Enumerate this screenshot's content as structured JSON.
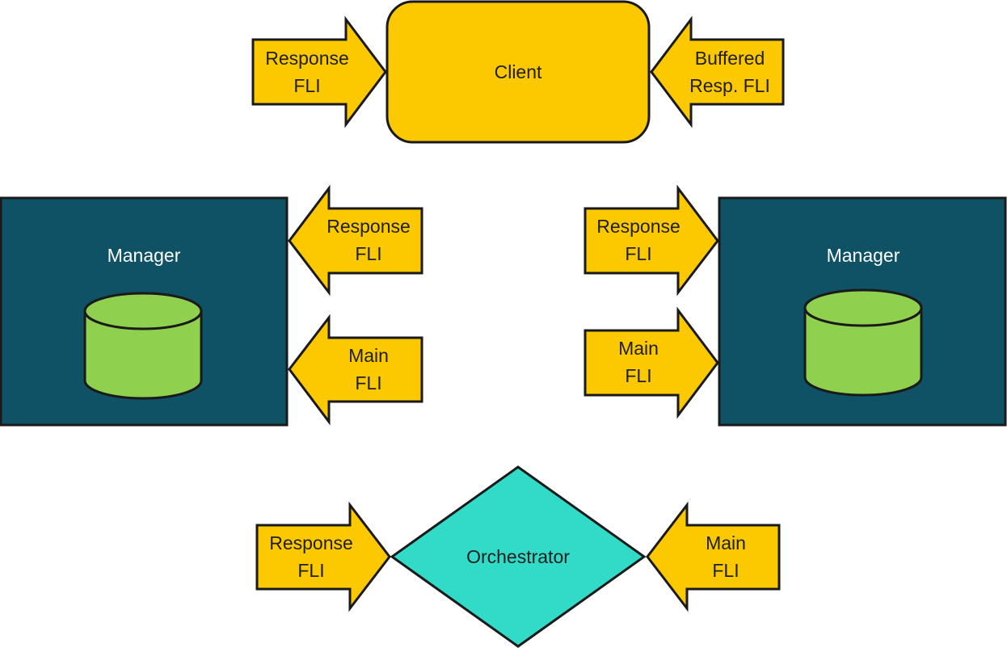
{
  "client": {
    "label": "Client"
  },
  "client_arrows": {
    "left": {
      "line1": "Response",
      "line2": "FLI"
    },
    "right": {
      "line1": "Buffered",
      "line2": "Resp. FLI"
    }
  },
  "manager_left": {
    "label": "Manager",
    "arrows": {
      "response": {
        "line1": "Response",
        "line2": "FLI"
      },
      "main": {
        "line1": "Main",
        "line2": "FLI"
      }
    }
  },
  "manager_right": {
    "label": "Manager",
    "arrows": {
      "response": {
        "line1": "Response",
        "line2": "FLI"
      },
      "main": {
        "line1": "Main",
        "line2": "FLI"
      }
    }
  },
  "orchestrator": {
    "label": "Orchestrator",
    "arrows": {
      "left": {
        "line1": "Response",
        "line2": "FLI"
      },
      "right": {
        "line1": "Main",
        "line2": "FLI"
      }
    }
  },
  "colors": {
    "arrow_fill": "#fcc800",
    "client_fill": "#fcc800",
    "manager_fill": "#0f5165",
    "database_fill": "#8fd14f",
    "orchestrator_fill": "#32dac8",
    "stroke": "#1a1a1a"
  }
}
